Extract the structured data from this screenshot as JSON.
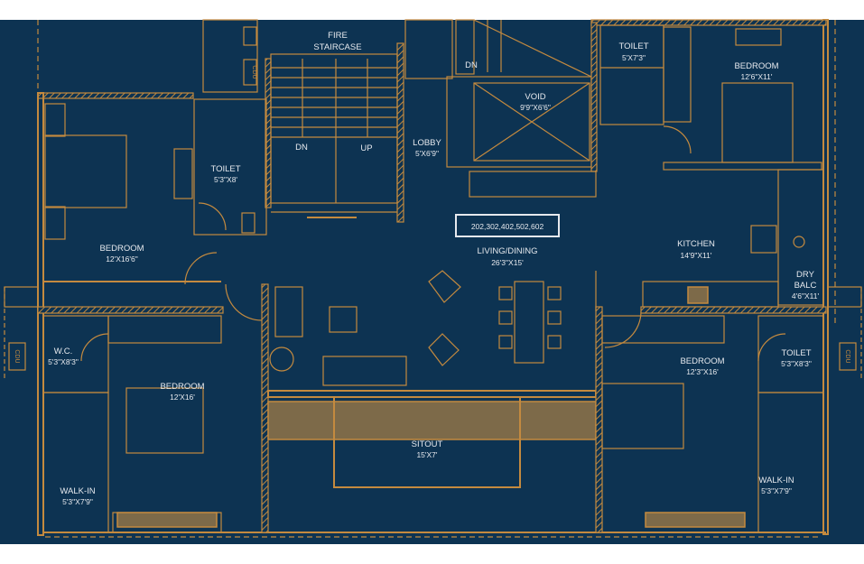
{
  "plan": {
    "unit_numbers": "202,302,402,502,602",
    "colors": {
      "background": "#0d3352",
      "lines": "#c48a3f",
      "text": "#e6e9ee"
    },
    "rooms": [
      {
        "name": "FIRE",
        "name2": "STAIRCASE",
        "dim": ""
      },
      {
        "name": "LOBBY",
        "dim": "5'X6'9\""
      },
      {
        "name": "VOID",
        "dim": "9'9\"X6'6\""
      },
      {
        "name": "TOILET",
        "dim": "5'X7'3\""
      },
      {
        "name": "BEDROOM",
        "dim": "12'6\"X11'"
      },
      {
        "name": "TOILET",
        "dim": "5'3\"X8'"
      },
      {
        "name": "BEDROOM",
        "dim": "12'X16'6\""
      },
      {
        "name": "LIVING/DINING",
        "dim": "26'3\"X15'"
      },
      {
        "name": "KITCHEN",
        "dim": "14'9\"X11'"
      },
      {
        "name": "DRY",
        "name2": "BALC",
        "dim": "4'6\"X11'"
      },
      {
        "name": "W.C.",
        "dim": "5'3\"X8'3\""
      },
      {
        "name": "BEDROOM",
        "dim": "12'X16'"
      },
      {
        "name": "SITOUT",
        "dim": "15'X7'"
      },
      {
        "name": "BEDROOM",
        "dim": "12'3\"X16'"
      },
      {
        "name": "TOILET",
        "dim": "5'3\"X8'3\""
      },
      {
        "name": "WALK-IN",
        "dim": "5'3\"X7'9\""
      },
      {
        "name": "WALK-IN",
        "dim": "5'3\"X7'9\""
      }
    ],
    "stairs": {
      "down": "DN",
      "up": "UP",
      "down2": "DN"
    },
    "cdu_label": "CDU"
  }
}
